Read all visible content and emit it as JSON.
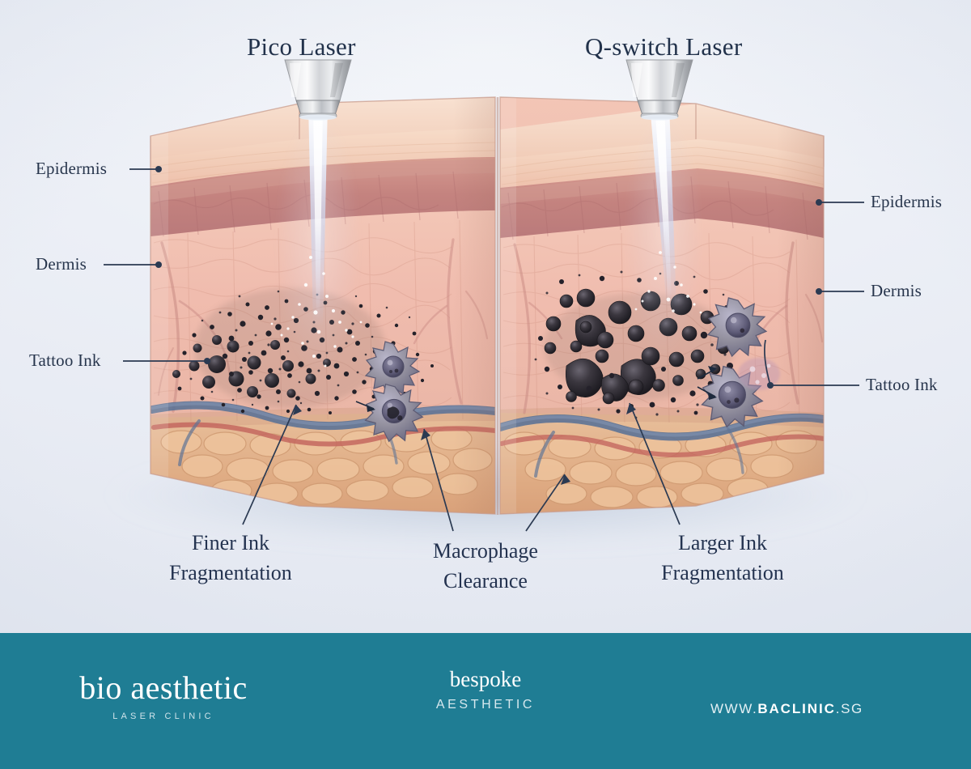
{
  "meta": {
    "subject": "Pico Laser vs Q-switch Laser tattoo ink fragmentation cross-section",
    "background_color": "#eef0f6",
    "footer_color": "#1f7d94",
    "text_color": "#243350"
  },
  "titles": {
    "left": "Pico Laser",
    "right": "Q-switch Laser"
  },
  "labels": {
    "left_epidermis": "Epidermis",
    "left_dermis": "Dermis",
    "left_tattoo_ink": "Tattoo Ink",
    "right_epidermis": "Epidermis",
    "right_dermis": "Dermis",
    "right_tattoo_ink": "Tattoo Ink"
  },
  "captions": {
    "finer_line1": "Finer Ink",
    "finer_line2": "Fragmentation",
    "macrophage_line1": "Macrophage",
    "macrophage_line2": "Clearance",
    "larger_line1": "Larger Ink",
    "larger_line2": "Fragmentation"
  },
  "footer": {
    "logo_brand": "bio aesthetic",
    "logo_sub": "LASER CLINIC",
    "mid_brand": "bespoke",
    "mid_sub": "AESTHETIC",
    "url_prefix": "WWW.",
    "url_name": "BACLINIC",
    "url_suffix": ".SG"
  },
  "icons": {
    "handpiece": "laser-handpiece-icon",
    "beam": "laser-beam-icon",
    "macrophage": "macrophage-cell-icon",
    "ink": "tattoo-ink-particle-icon",
    "leader_dot": "leader-line-dot-icon",
    "arrow": "pointer-arrow-icon"
  },
  "palette": {
    "stratum_corneum": "#f2cdb8",
    "epidermis_band": "#c58b86",
    "dermis": "#f0bcae",
    "subcutaneous_fat": "#e3b289",
    "vein_blue": "#5a6f94",
    "artery_red": "#c9685f",
    "ink_dark": "#2c2a30",
    "macrophage_body": "#8e8ba8",
    "beam_white": "#ffffff",
    "beam_blue": "#b9cdf0"
  }
}
